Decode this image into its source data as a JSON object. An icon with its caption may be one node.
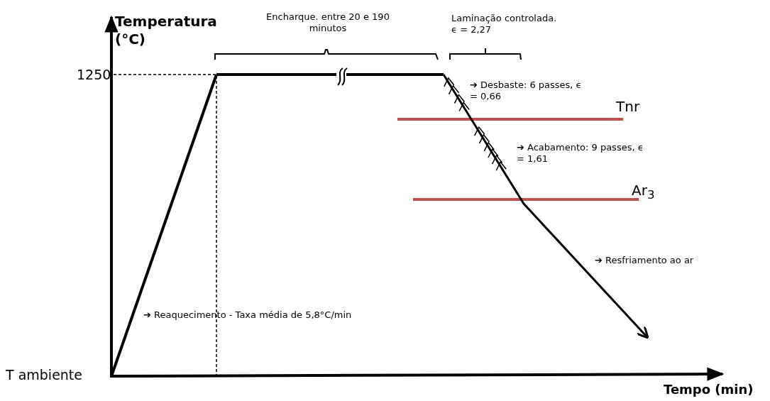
{
  "diagram": {
    "labels": [
      "Temperatura (°C)",
      "Encharque. entre 20 e 190 minutos",
      "Laminação controlada. ϵ = 2,27",
      "1250",
      "➔ Desbaste: 6 passes, ϵ = 0,66",
      "Tnr",
      "➔ Acabamento: 9 passes, ϵ = 1,61",
      "Ar$_{3}$",
      "➔ Resfriamento ao ar",
      "➔ Reaquecimento - Taxa média de 5,8°C/min",
      "T ambiente",
      "Tempo (min)"
    ]
  }
}
